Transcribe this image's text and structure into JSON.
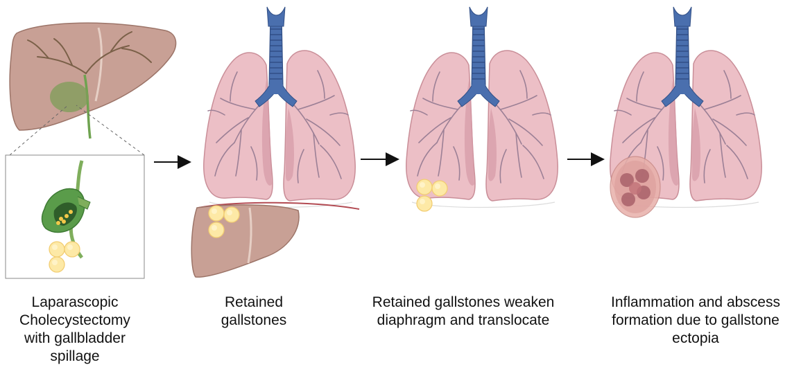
{
  "colors": {
    "liver": "#c8a095",
    "liver_stroke": "#9c7468",
    "lung": "#ecbfc6",
    "lung_stroke": "#c98e98",
    "airway": "#4a6fae",
    "airway_dark": "#314f86",
    "bronchiole": "#9c8096",
    "gallbladder": "#5a9c4a",
    "bile_duct": "#7fae5c",
    "gallstone": "#fde9a6",
    "gallstone_stroke": "#f2cd72",
    "abscess": "#a8606a",
    "diaphragm": "#b24a52"
  },
  "steps": [
    {
      "id": "spillage",
      "lines": [
        "Laparascopic",
        "Cholecystectomy",
        "with gallbladder",
        "spillage"
      ]
    },
    {
      "id": "retained",
      "lines": [
        "Retained",
        "gallstones"
      ]
    },
    {
      "id": "translocation",
      "lines": [
        "Retained gallstones weaken",
        "diaphragm and translocate"
      ]
    },
    {
      "id": "abscess",
      "lines": [
        "Inflammation and abscess",
        "formation due to gallstone",
        "ectopia"
      ]
    }
  ],
  "arrows": 3
}
